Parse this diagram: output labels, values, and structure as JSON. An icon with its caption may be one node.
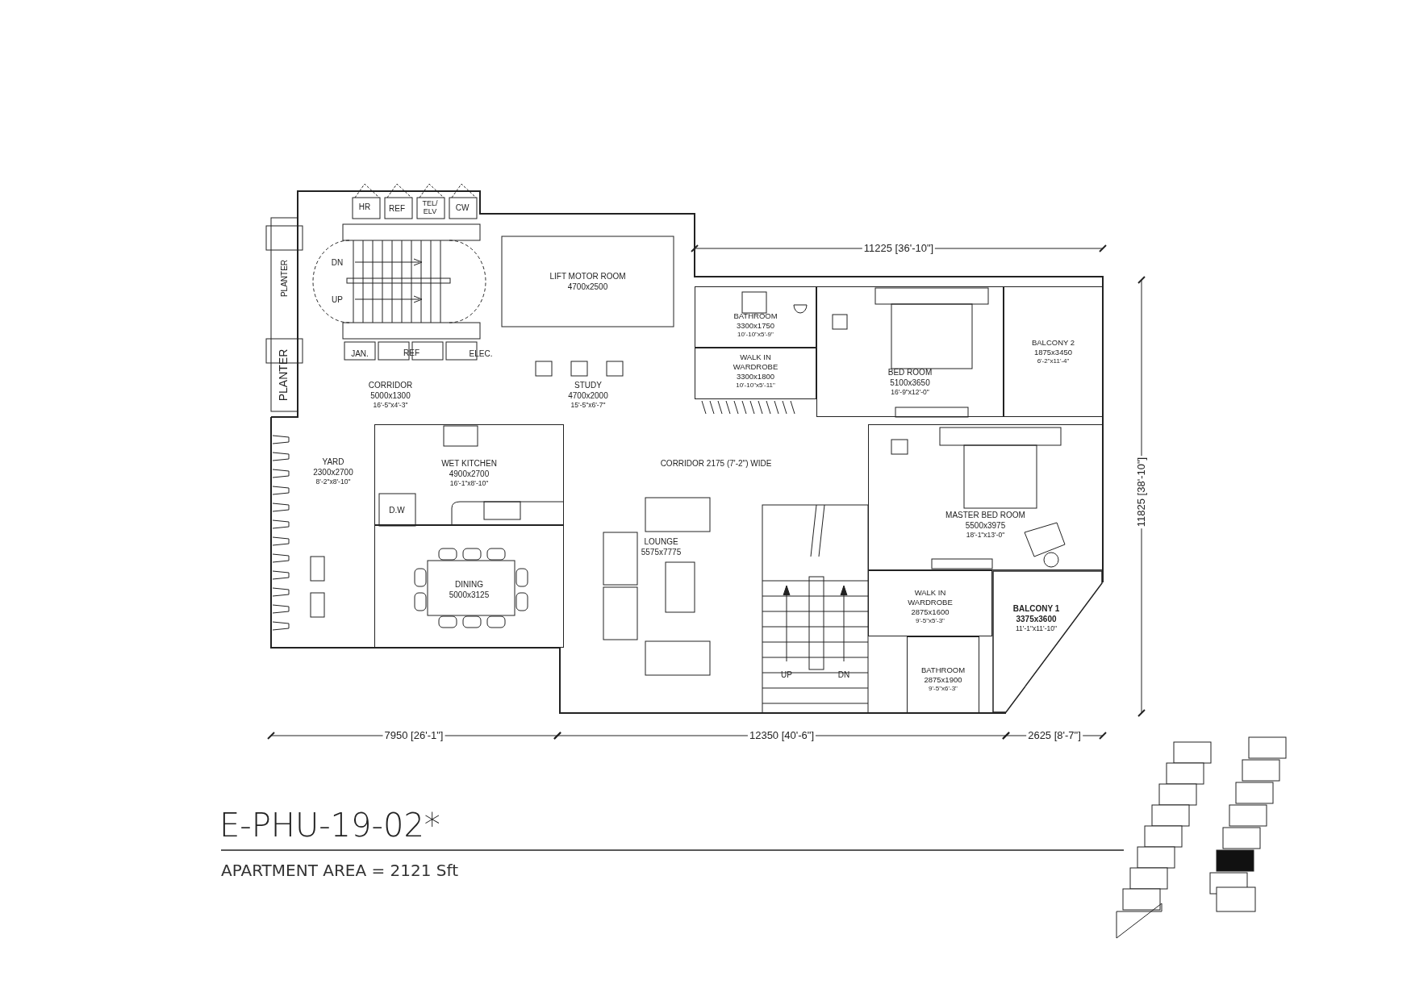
{
  "diagram": {
    "title": "E-PHU-19-02*",
    "caption": "APARTMENT AREA = 2121 Sft",
    "nodes": [
      {
        "text": [
          "LIFT MOTOR ROOM",
          "4700x2500"
        ]
      },
      {
        "text": [
          "CORRIDOR",
          "5000x1300",
          "16'-5\"x4'-3\""
        ]
      },
      {
        "text": [
          "STUDY",
          "4700x2000",
          "15'-5\"x6'-7\""
        ]
      },
      {
        "text": [
          "BATHROOM",
          "3300x1750",
          "10'-10\"x5'-9\""
        ]
      },
      {
        "text": [
          "WALK IN WARDROBE",
          "3300x1800",
          "10'-10\"x5'-11\""
        ]
      },
      {
        "text": [
          "BED ROOM",
          "5100x3650",
          "16'-9\"x12'-0\""
        ]
      },
      {
        "text": [
          "BALCONY 2",
          "1875x3450",
          "6'-2\"x11'-4\""
        ]
      },
      {
        "text": [
          "YARD",
          "2300x2700",
          "8'-2\"x8'-10\""
        ]
      },
      {
        "text": [
          "WET KITCHEN",
          "4900x2700",
          "16'-1\"x8'-10\""
        ]
      },
      {
        "text": [
          "CORRIDOR 2175 (7'-2\") WIDE"
        ]
      },
      {
        "text": [
          "MASTER BED ROOM",
          "5500x3975",
          "18'-1\"x13'-0\""
        ]
      },
      {
        "text": [
          "DINING",
          "5000x3125"
        ]
      },
      {
        "text": [
          "LOUNGE",
          "5575x7775"
        ]
      },
      {
        "text": [
          "WALK IN WARDROBE",
          "2875x1600",
          "9'-5\"x5'-3\""
        ]
      },
      {
        "text": [
          "BALCONY 1",
          "3375x3600",
          "11'-1\"x11'-10\""
        ]
      },
      {
        "text": [
          "BATHROOM",
          "2875x1900",
          "9'-5\"x6'-3\""
        ]
      }
    ],
    "labels": [
      "HR",
      "REF",
      "TEL/ ELV",
      "CW",
      "PLANTER",
      "DN",
      "UP",
      "PLANTER",
      "JAN.",
      "REF",
      "ELEC.",
      "11225 [36'-10\"]",
      "11825 [38'-10\"]",
      "D.W",
      "UP",
      "DN",
      "7950 [26'-1\"]",
      "12350 [40'-6\"]",
      "2625 [8'-7\"]"
    ]
  }
}
